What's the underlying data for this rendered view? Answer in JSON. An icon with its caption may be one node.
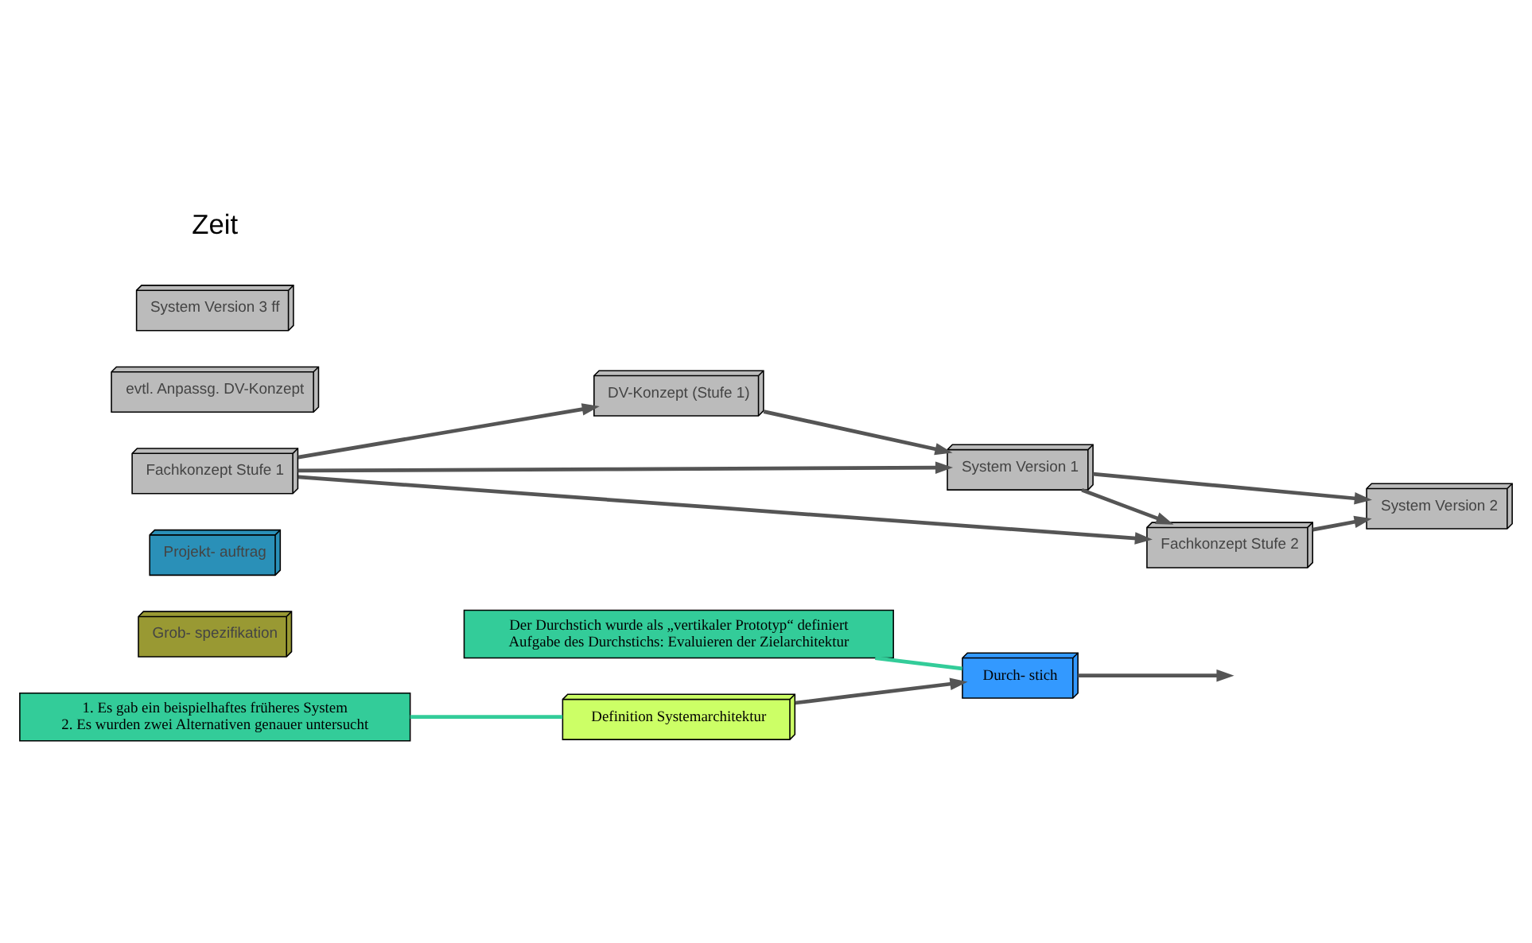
{
  "diagram": {
    "nodes": [
      {
        "text": [
          "Definition Systemarchitektur"
        ]
      },
      {
        "text": [
          "1. Es gab ein beispielhaftes früheres System",
          "2. Es wurden zwei Alternativen genauer untersucht"
        ]
      },
      {
        "text": [
          "Grob- spezifikation"
        ]
      },
      {
        "text": [
          "Projekt- auftrag"
        ]
      },
      {
        "text": [
          "Der Durchstich wurde als „vertikaler Prototyp“ definiert",
          "Aufgabe des Durchstichs: Evaluieren der Zielarchitektur"
        ]
      },
      {
        "text": [
          "Durch- stich"
        ]
      },
      {
        "text": [
          "Fachkonzept Stufe 1"
        ]
      },
      {
        "text": [
          "DV-Konzept (Stufe 1)"
        ]
      },
      {
        "text": [
          "Fachkonzept Stufe 2"
        ]
      },
      {
        "text": [
          "evtl. Anpassg. DV-Konzept"
        ]
      },
      {
        "text": [
          "System Version 1"
        ]
      },
      {
        "text": [
          "System Version 2"
        ]
      },
      {
        "text": [
          "System Version 3 ff"
        ]
      }
    ],
    "edges": [
      {
        "from": 1,
        "to": 0,
        "arrow": "none",
        "color": "#33cc99"
      },
      {
        "from": 0,
        "to": 5,
        "arrow": "to"
      },
      {
        "from": 4,
        "to": 5,
        "arrow": "none",
        "color": "#33cc99"
      },
      {
        "from": 5,
        "to": null,
        "arrow": "to"
      },
      {
        "from": 6,
        "to": 7,
        "arrow": "to"
      },
      {
        "from": 6,
        "to": 8,
        "arrow": "to"
      },
      {
        "from": 6,
        "to": 10,
        "arrow": "to"
      },
      {
        "from": 7,
        "to": 10,
        "arrow": "to"
      },
      {
        "from": 10,
        "to": 8,
        "arrow": "to"
      },
      {
        "from": 8,
        "to": 11,
        "arrow": "to"
      },
      {
        "from": 10,
        "to": 11,
        "arrow": "to"
      }
    ],
    "labels": [
      "Zeit"
    ]
  }
}
